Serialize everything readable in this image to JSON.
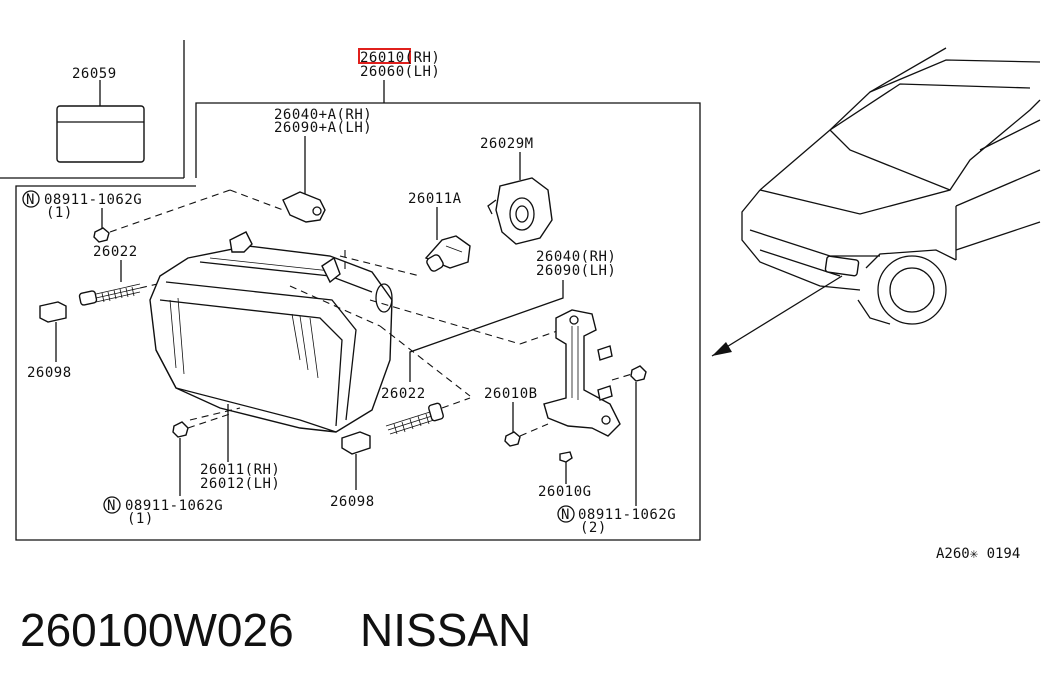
{
  "diagram": {
    "assembly_rh": "26010(RH)",
    "assembly_lh": "26060(LH)",
    "label_bulb_box": "26059",
    "label_grommet_rh": "26040+A(RH)",
    "label_grommet_lh": "26090+A(LH)",
    "label_socket": "26029M",
    "label_bulb": "26011A",
    "label_bracket_rh": "26040(RH)",
    "label_bracket_lh": "26090(LH)",
    "label_screw_left": "26022",
    "label_screw_mid": "26022",
    "label_clip_left": "26098",
    "label_clip_bottom": "26098",
    "label_lamp_rh": "26011(RH)",
    "label_lamp_lh": "26012(LH)",
    "label_bolt_b": "26010B",
    "label_bolt_g": "26010G",
    "nut_top_left": "08911-1062G",
    "nut_top_left_qty": "(1)",
    "nut_bottom_left": "08911-1062G",
    "nut_bottom_left_qty": "(1)",
    "nut_bottom_right": "08911-1062G",
    "nut_bottom_right_qty": "(2)",
    "nut_symbol": "N",
    "diagram_code": "A260✳ 0194"
  },
  "footer": {
    "part_number": "260100W026",
    "brand": "NISSAN"
  },
  "highlight_color": "#e0201c"
}
